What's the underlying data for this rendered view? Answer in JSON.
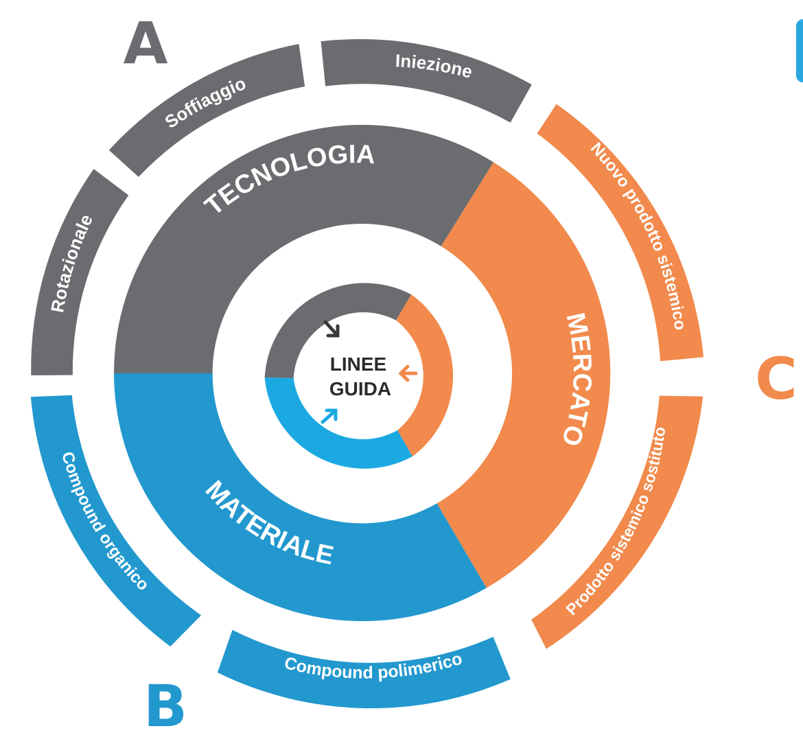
{
  "colors": {
    "gray": "#6b6c70",
    "blue": "#2298ce",
    "lightblue": "#1ca9e1",
    "orange": "#f18a4c",
    "dark": "#2b2b2b",
    "white": "#ffffff"
  },
  "letters": {
    "a": "A",
    "b": "B",
    "c": "C"
  },
  "center": {
    "line1": "LINEE",
    "line2": "GUIDA"
  },
  "sectors": {
    "tecnologia": "TECNOLOGIA",
    "materiale": "MATERIALE",
    "mercato": "MERCATO"
  },
  "outer": {
    "rotazionale": "Rotazionale",
    "soffiaggio": "Soffiaggio",
    "iniezione": "Iniezione",
    "compound_organico": "Compound organico",
    "compound_polimerico": "Compound polimerico",
    "nuovo_prodotto": "Nuovo prodotto sistemico",
    "prodotto_sostituto": "Prodotto sistemico sostituto"
  },
  "icons": [
    "arrow-gray-icon",
    "arrow-orange-icon",
    "arrow-blue-icon"
  ]
}
